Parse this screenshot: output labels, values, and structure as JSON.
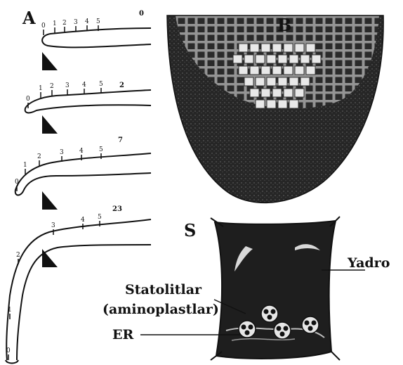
{
  "panels": {
    "a": "A",
    "b": "B",
    "c": "S"
  },
  "time_labels": [
    "0",
    "2",
    "7",
    "23"
  ],
  "callouts": {
    "nucleus": "Yadro",
    "statoliths_line1": "Statolitlar",
    "statoliths_line2": "(aminoplastlar)",
    "er": "ER"
  },
  "root_marks": [
    [
      "0",
      "1",
      "2",
      "3",
      "4",
      "5"
    ],
    [
      "0",
      "1",
      "2",
      "3",
      "4",
      "5"
    ],
    [
      "0",
      "1",
      "2",
      "3",
      "4",
      "5"
    ],
    [
      "0",
      "1",
      "2",
      "3",
      "4",
      "5"
    ]
  ],
  "colors": {
    "ink": "#111111",
    "cap_dark": "#1e1e1e",
    "cell_fill": "#2b2b2b"
  }
}
